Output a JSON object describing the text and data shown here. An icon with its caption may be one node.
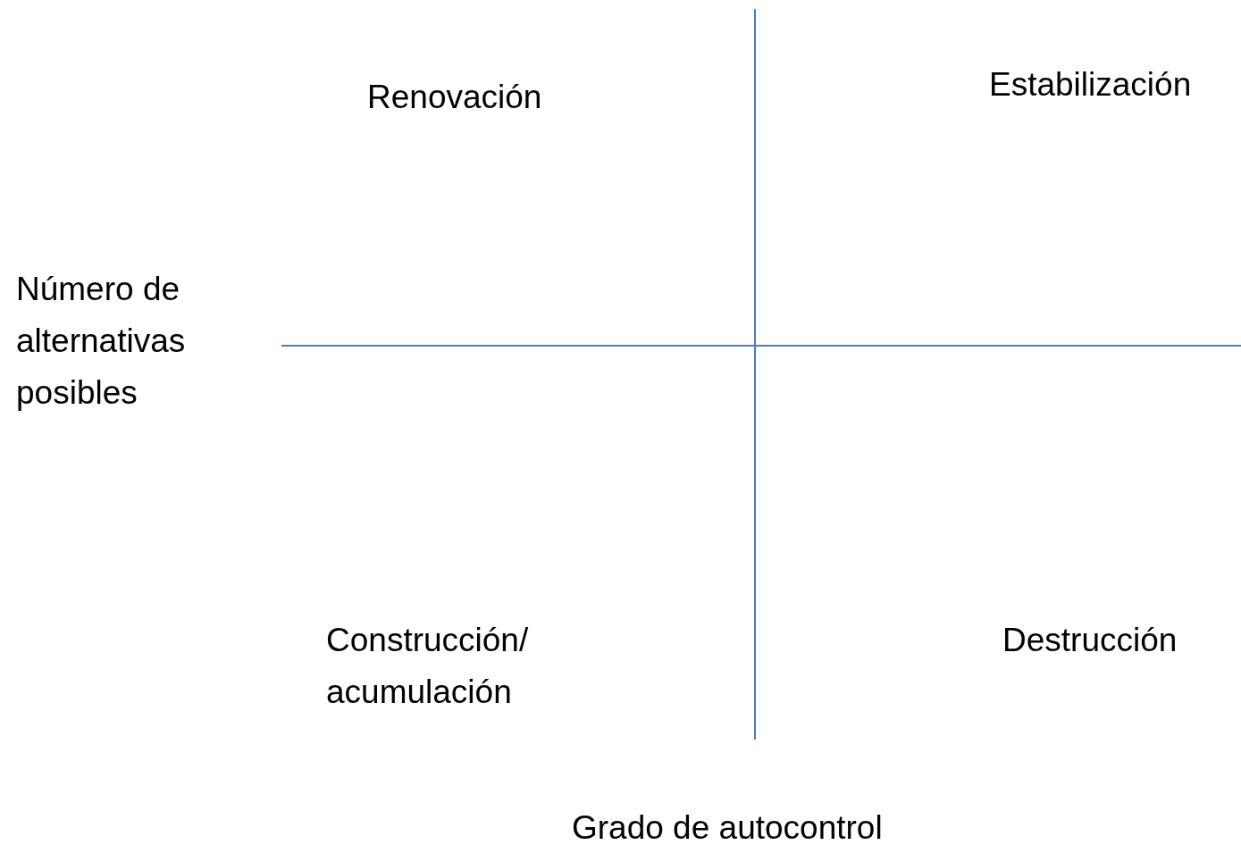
{
  "diagram": {
    "labels": [
      "Renovación",
      "Estabilización",
      "Número de alternativas posibles",
      "Construcción/ acumulación",
      "Destrucción",
      "Grado de autocontrol"
    ]
  }
}
